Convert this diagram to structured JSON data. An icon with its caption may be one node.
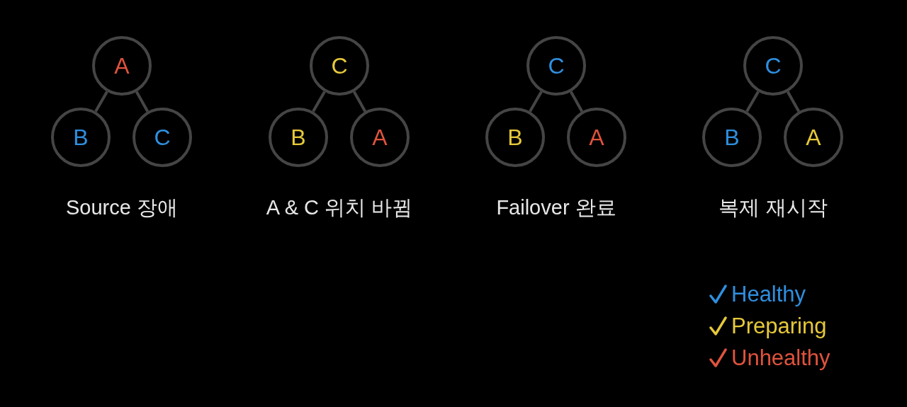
{
  "diagram": {
    "nodes": [
      {
        "text": [
          "A"
        ]
      },
      {
        "text": [
          "B"
        ]
      },
      {
        "text": [
          "C"
        ]
      },
      {
        "text": [
          "C"
        ]
      },
      {
        "text": [
          "B"
        ]
      },
      {
        "text": [
          "A"
        ]
      },
      {
        "text": [
          "C"
        ]
      },
      {
        "text": [
          "B"
        ]
      },
      {
        "text": [
          "A"
        ]
      },
      {
        "text": [
          "C"
        ]
      },
      {
        "text": [
          "B"
        ]
      },
      {
        "text": [
          "A"
        ]
      }
    ],
    "edges": [
      {
        "from": 0,
        "to": 1,
        "arrow": "none"
      },
      {
        "from": 0,
        "to": 2,
        "arrow": "none"
      },
      {
        "from": 3,
        "to": 4,
        "arrow": "none"
      },
      {
        "from": 3,
        "to": 5,
        "arrow": "none"
      },
      {
        "from": 6,
        "to": 7,
        "arrow": "none"
      },
      {
        "from": 6,
        "to": 8,
        "arrow": "none"
      },
      {
        "from": 9,
        "to": 10,
        "arrow": "none"
      },
      {
        "from": 9,
        "to": 11,
        "arrow": "none"
      }
    ],
    "labels": [
      "Source 장애",
      "A & C 위치 바뀜",
      "Failover 완료",
      "복제 재시작"
    ],
    "legend": [
      {
        "text": "Healthy",
        "color": "#2f8fdf"
      },
      {
        "text": "Preparing",
        "color": "#e6c93a"
      },
      {
        "text": "Unhealthy",
        "color": "#e0533d"
      }
    ]
  }
}
